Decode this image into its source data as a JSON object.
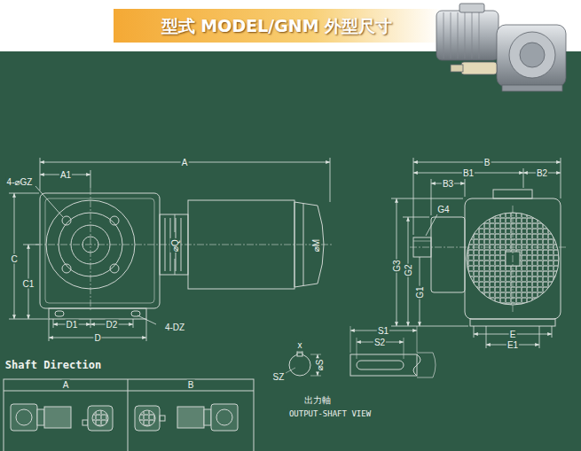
{
  "diagram": {
    "title": "型式 MODEL/GNM 外型尺寸",
    "labels": [
      "A1",
      "A",
      "4-⌀GZ",
      "C",
      "C1",
      "⌀Q",
      "⌀M",
      "D1",
      "D2",
      "D",
      "4-DZ",
      "B",
      "B1",
      "B2",
      "B3",
      "G4",
      "G3",
      "G2",
      "G1",
      "E",
      "E1",
      "x",
      "⌀S",
      "SZ",
      "S1",
      "S2",
      "出力軸",
      "OUTPUT-SHAFT VIEW",
      "Shaft Direction",
      "A",
      "B"
    ]
  }
}
